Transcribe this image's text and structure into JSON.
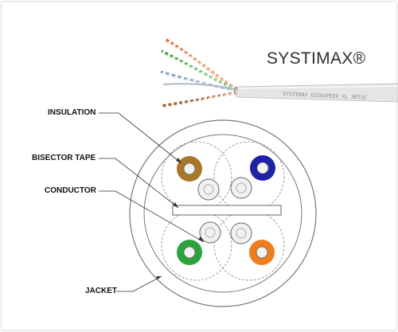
{
  "brand": {
    "name": "SYSTIMAX®"
  },
  "cable": {
    "print": "SYSTIMAX GIGASPEED XL 3071E"
  },
  "labels": {
    "insulation": "INSULATION",
    "bisector_tape": "BISECTOR TAPE",
    "conductor": "CONDUCTOR",
    "jacket": "JACKET"
  },
  "colors": {
    "pair_brown": "#a8782a",
    "pair_blue": "#1f22a6",
    "pair_green": "#2aa33a",
    "pair_orange": "#f07d1c",
    "wire_orange": "#e0682a",
    "wire_green": "#3b9a3b",
    "wire_blue": "#8fa3c8",
    "wire_brown": "#9c5a2e",
    "jacket_outline": "#777777",
    "conductor_fill": "#f1f1f1"
  },
  "pairs": [
    {
      "id": "brown",
      "color_key": "pair_brown"
    },
    {
      "id": "blue",
      "color_key": "pair_blue"
    },
    {
      "id": "green",
      "color_key": "pair_green"
    },
    {
      "id": "orange",
      "color_key": "pair_orange"
    }
  ]
}
